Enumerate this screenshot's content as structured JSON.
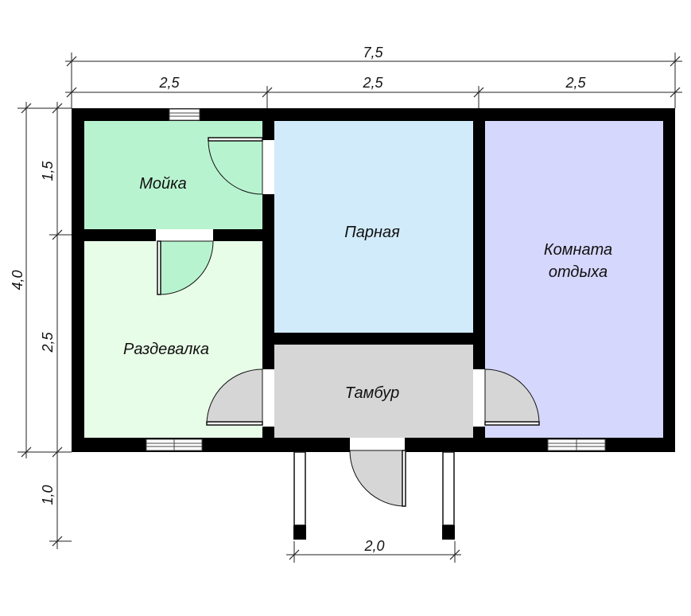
{
  "dimensions": {
    "total_width": "7,5",
    "segment_1": "2,5",
    "segment_2": "2,5",
    "segment_3": "2,5",
    "total_height": "4,0",
    "height_top": "1,5",
    "height_bottom": "2,5",
    "porch_depth": "1,0",
    "porch_width": "2,0"
  },
  "rooms": {
    "washroom": {
      "label": "Мойка",
      "color": "#b8f3cf"
    },
    "steam_room": {
      "label": "Парная",
      "color": "#d1ebfb"
    },
    "rest_room": {
      "label_line1": "Комната",
      "label_line2": "отдыха",
      "color": "#d6d7fd"
    },
    "changing_room": {
      "label": "Раздевалка",
      "color": "#e8fde8"
    },
    "vestibule": {
      "label": "Тамбур",
      "color": "#d6d6d6"
    }
  },
  "colors": {
    "wall": "#000000",
    "door_leaf": "#ffffff",
    "dimension_line": "#222222"
  }
}
